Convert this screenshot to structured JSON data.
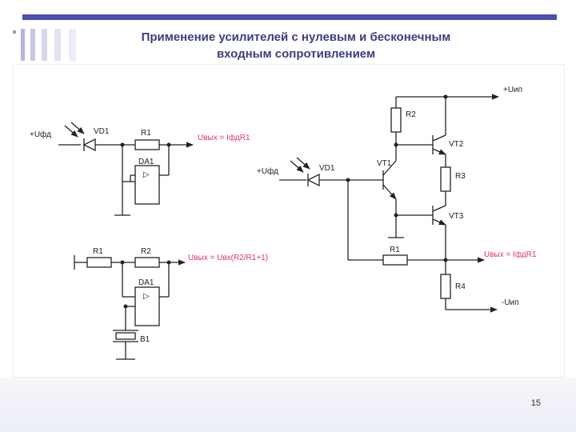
{
  "slide": {
    "title_line1": "Применение усилителей с нулевым и бесконечным",
    "title_line2": "входным сопротивлением",
    "page_number": "15",
    "accent_color": "#4a4fb0",
    "output_label_color": "#e0336d"
  },
  "circuit1": {
    "input_label": "+Uфд",
    "diode_label": "VD1",
    "resistor_label": "R1",
    "opamp_label": "DA1",
    "opamp_symbol": "▷",
    "output_label": "Uвых = IфдR1"
  },
  "circuit2": {
    "r1_label": "R1",
    "r2_label": "R2",
    "opamp_label": "DA1",
    "opamp_symbol": "▷",
    "output_label": "Uвых = Uвх(R2/R1+1)",
    "piezo_label": "B1"
  },
  "circuit3": {
    "supply_pos_label": "+Uип",
    "supply_neg_label": "-Uип",
    "input_label": "+Uфд",
    "diode_label": "VD1",
    "r1_label": "R1",
    "r2_label": "R2",
    "r3_label": "R3",
    "r4_label": "R4",
    "vt1_label": "VT1",
    "vt2_label": "VT2",
    "vt3_label": "VT3",
    "output_label": "Uвых = IфдR1"
  }
}
